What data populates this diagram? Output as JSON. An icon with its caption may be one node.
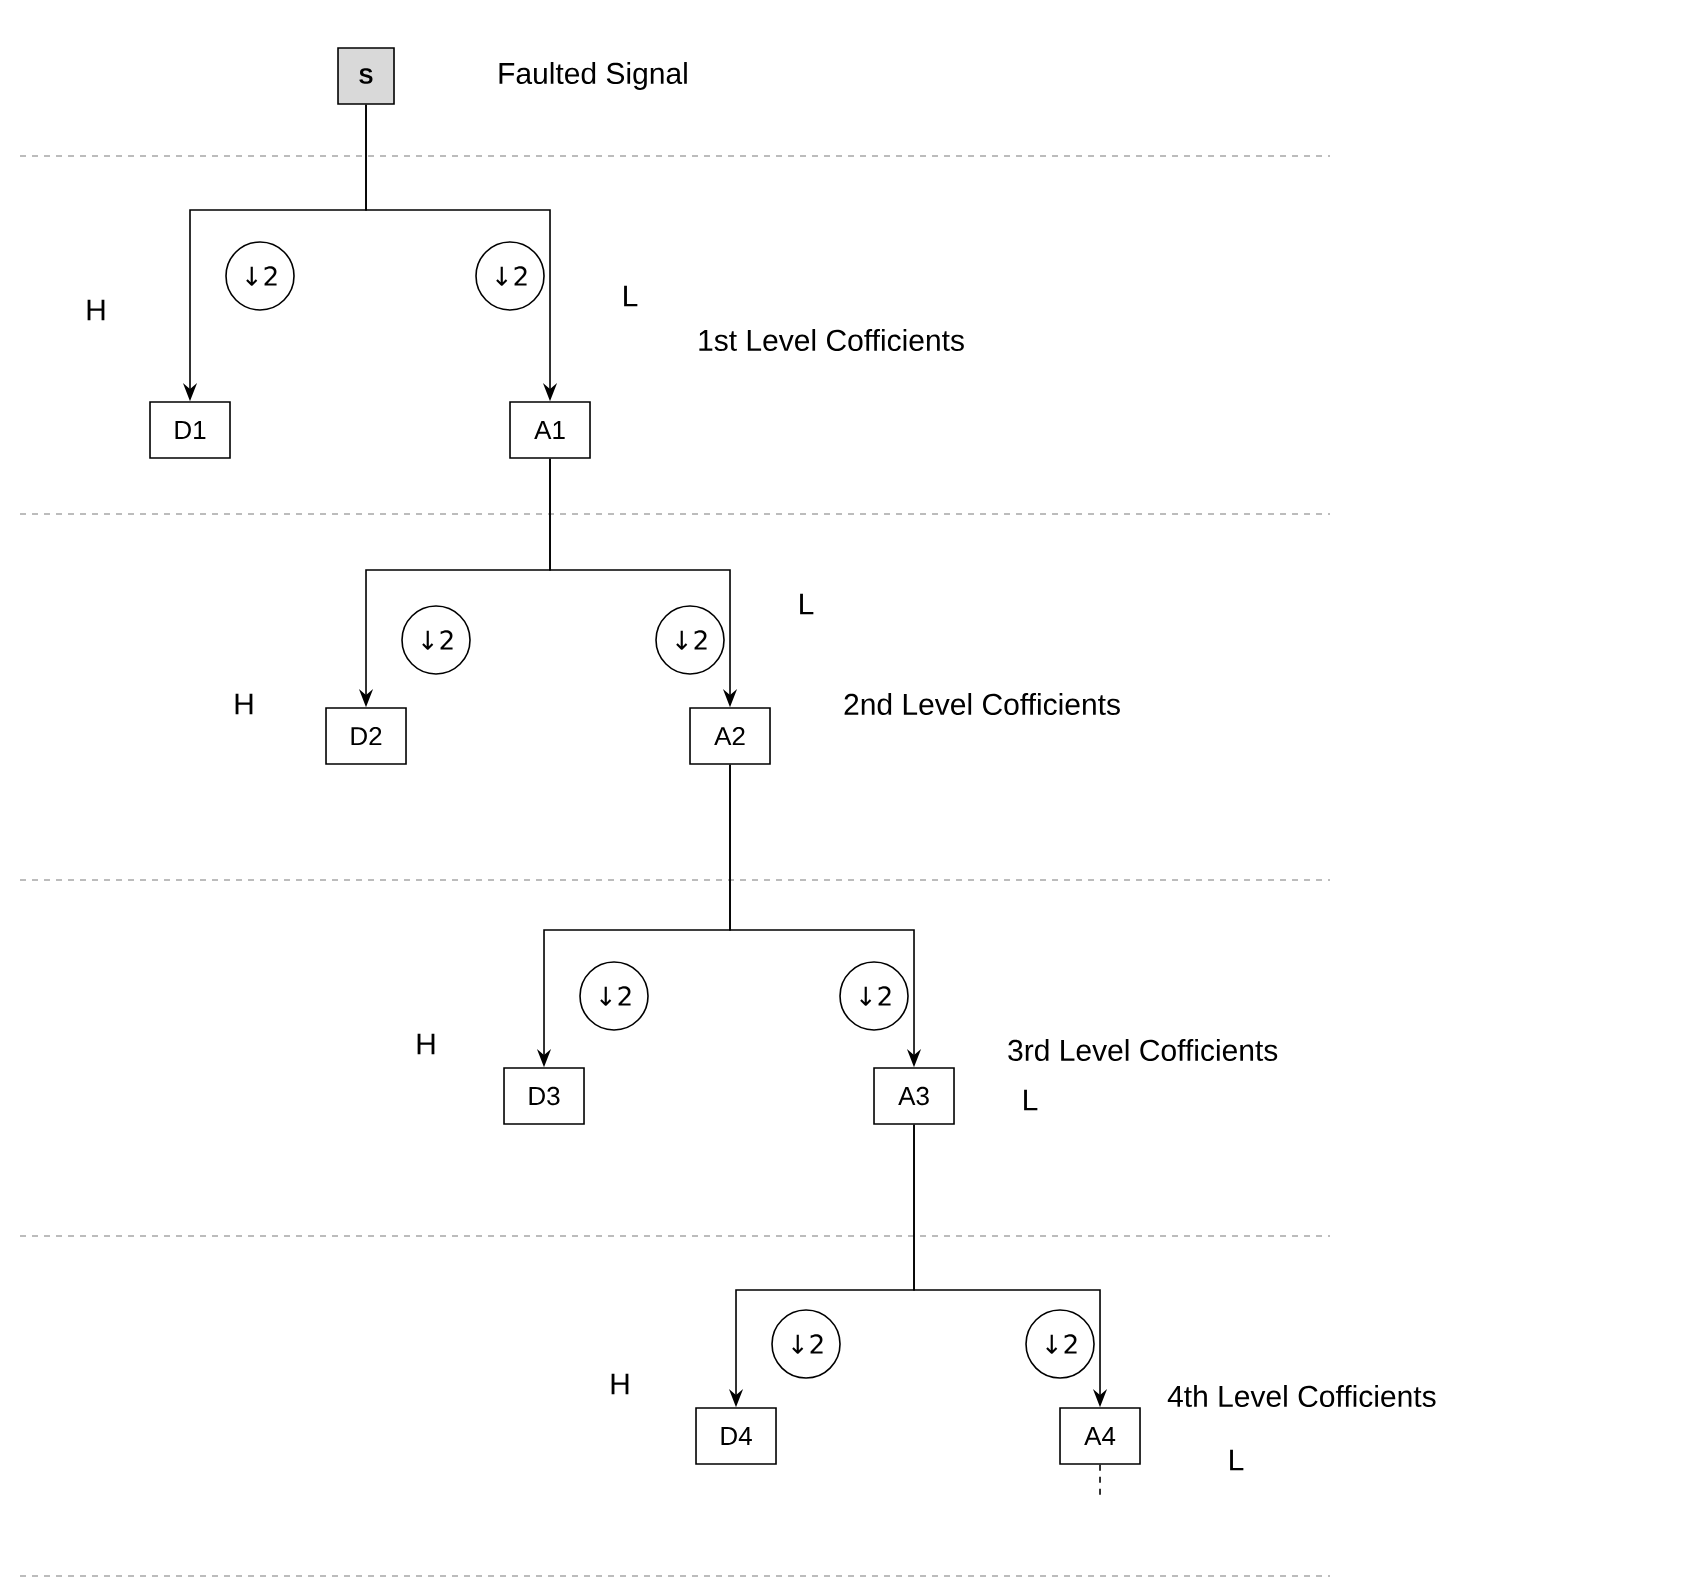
{
  "diagram": {
    "nodes": [
      {
        "text": [
          "S"
        ],
        "beside": [
          "Faulted Signal"
        ]
      },
      {
        "text": [
          "↓2"
        ]
      },
      {
        "text": [
          "↓2"
        ]
      },
      {
        "text": [
          "D1"
        ]
      },
      {
        "text": [
          "A1"
        ]
      },
      {
        "text": [
          "↓2"
        ]
      },
      {
        "text": [
          "↓2"
        ]
      },
      {
        "text": [
          "D2"
        ]
      },
      {
        "text": [
          "A2"
        ]
      },
      {
        "text": [
          "↓2"
        ]
      },
      {
        "text": [
          "↓2"
        ]
      },
      {
        "text": [
          "D3"
        ]
      },
      {
        "text": [
          "A3"
        ]
      },
      {
        "text": [
          "↓2"
        ]
      },
      {
        "text": [
          "↓2"
        ]
      },
      {
        "text": [
          "D4"
        ]
      },
      {
        "text": [
          "A4"
        ]
      }
    ],
    "edges": [
      {
        "from": 0,
        "to": 3,
        "arrow": "to"
      },
      {
        "from": 0,
        "to": 4,
        "arrow": "to"
      },
      {
        "from": 4,
        "to": 7,
        "arrow": "to"
      },
      {
        "from": 4,
        "to": 8,
        "arrow": "to"
      },
      {
        "from": 8,
        "to": 11,
        "arrow": "to"
      },
      {
        "from": 8,
        "to": 12,
        "arrow": "to"
      },
      {
        "from": 12,
        "to": 15,
        "arrow": "to"
      },
      {
        "from": 12,
        "to": 16,
        "arrow": "to"
      },
      {
        "from": 16,
        "to": null,
        "arrow": "none",
        "style": "dashed"
      }
    ],
    "labels": [
      "H",
      "L",
      "1st Level Cofficients",
      "L",
      "H",
      "2nd Level Cofficients",
      "H",
      "3rd Level Cofficients",
      "L",
      "H",
      "4th Level Cofficients",
      "L"
    ]
  }
}
